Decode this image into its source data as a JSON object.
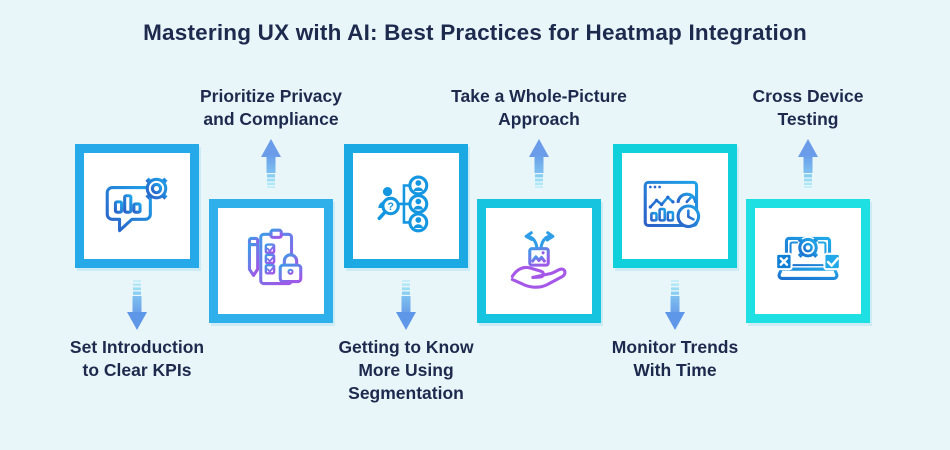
{
  "title": "Mastering UX with AI: Best Practices for Heatmap Integration",
  "colors": {
    "background": "#e8f6fa",
    "title_text": "#1e2a4d",
    "label_text": "#1e2a4d",
    "box_background": "#ffffff",
    "arrow_head_blue": "#5f97e8",
    "arrow_tail_cyan": "#c6eef9",
    "icon_blue": "#1596e0",
    "icon_purple": "#a557e8"
  },
  "steps": [
    {
      "label": "Set Introduction to Clear KPIs",
      "icon": "chat-analytics-gear-icon",
      "label_position": "bottom",
      "arrow_direction": "down",
      "border_color": "#25a9e8"
    },
    {
      "label": "Prioritize Privacy and Compliance",
      "icon": "clipboard-checklist-lock-icon",
      "label_position": "top",
      "arrow_direction": "up",
      "border_color": "#2fb0ea"
    },
    {
      "label": "Getting to Know More Using Segmentation",
      "icon": "user-segmentation-search-icon",
      "label_position": "bottom",
      "arrow_direction": "down",
      "border_color": "#1ba9e4"
    },
    {
      "label": "Take a Whole-Picture Approach",
      "icon": "hand-image-share-icon",
      "label_position": "top",
      "arrow_direction": "up",
      "border_color": "#16c4e0"
    },
    {
      "label": "Monitor Trends With Time",
      "icon": "dashboard-clock-icon",
      "label_position": "bottom",
      "arrow_direction": "down",
      "border_color": "#10d0dc"
    },
    {
      "label": "Cross Device Testing",
      "icon": "laptop-gear-testing-icon",
      "label_position": "top",
      "arrow_direction": "up",
      "border_color": "#1edfe1"
    }
  ]
}
